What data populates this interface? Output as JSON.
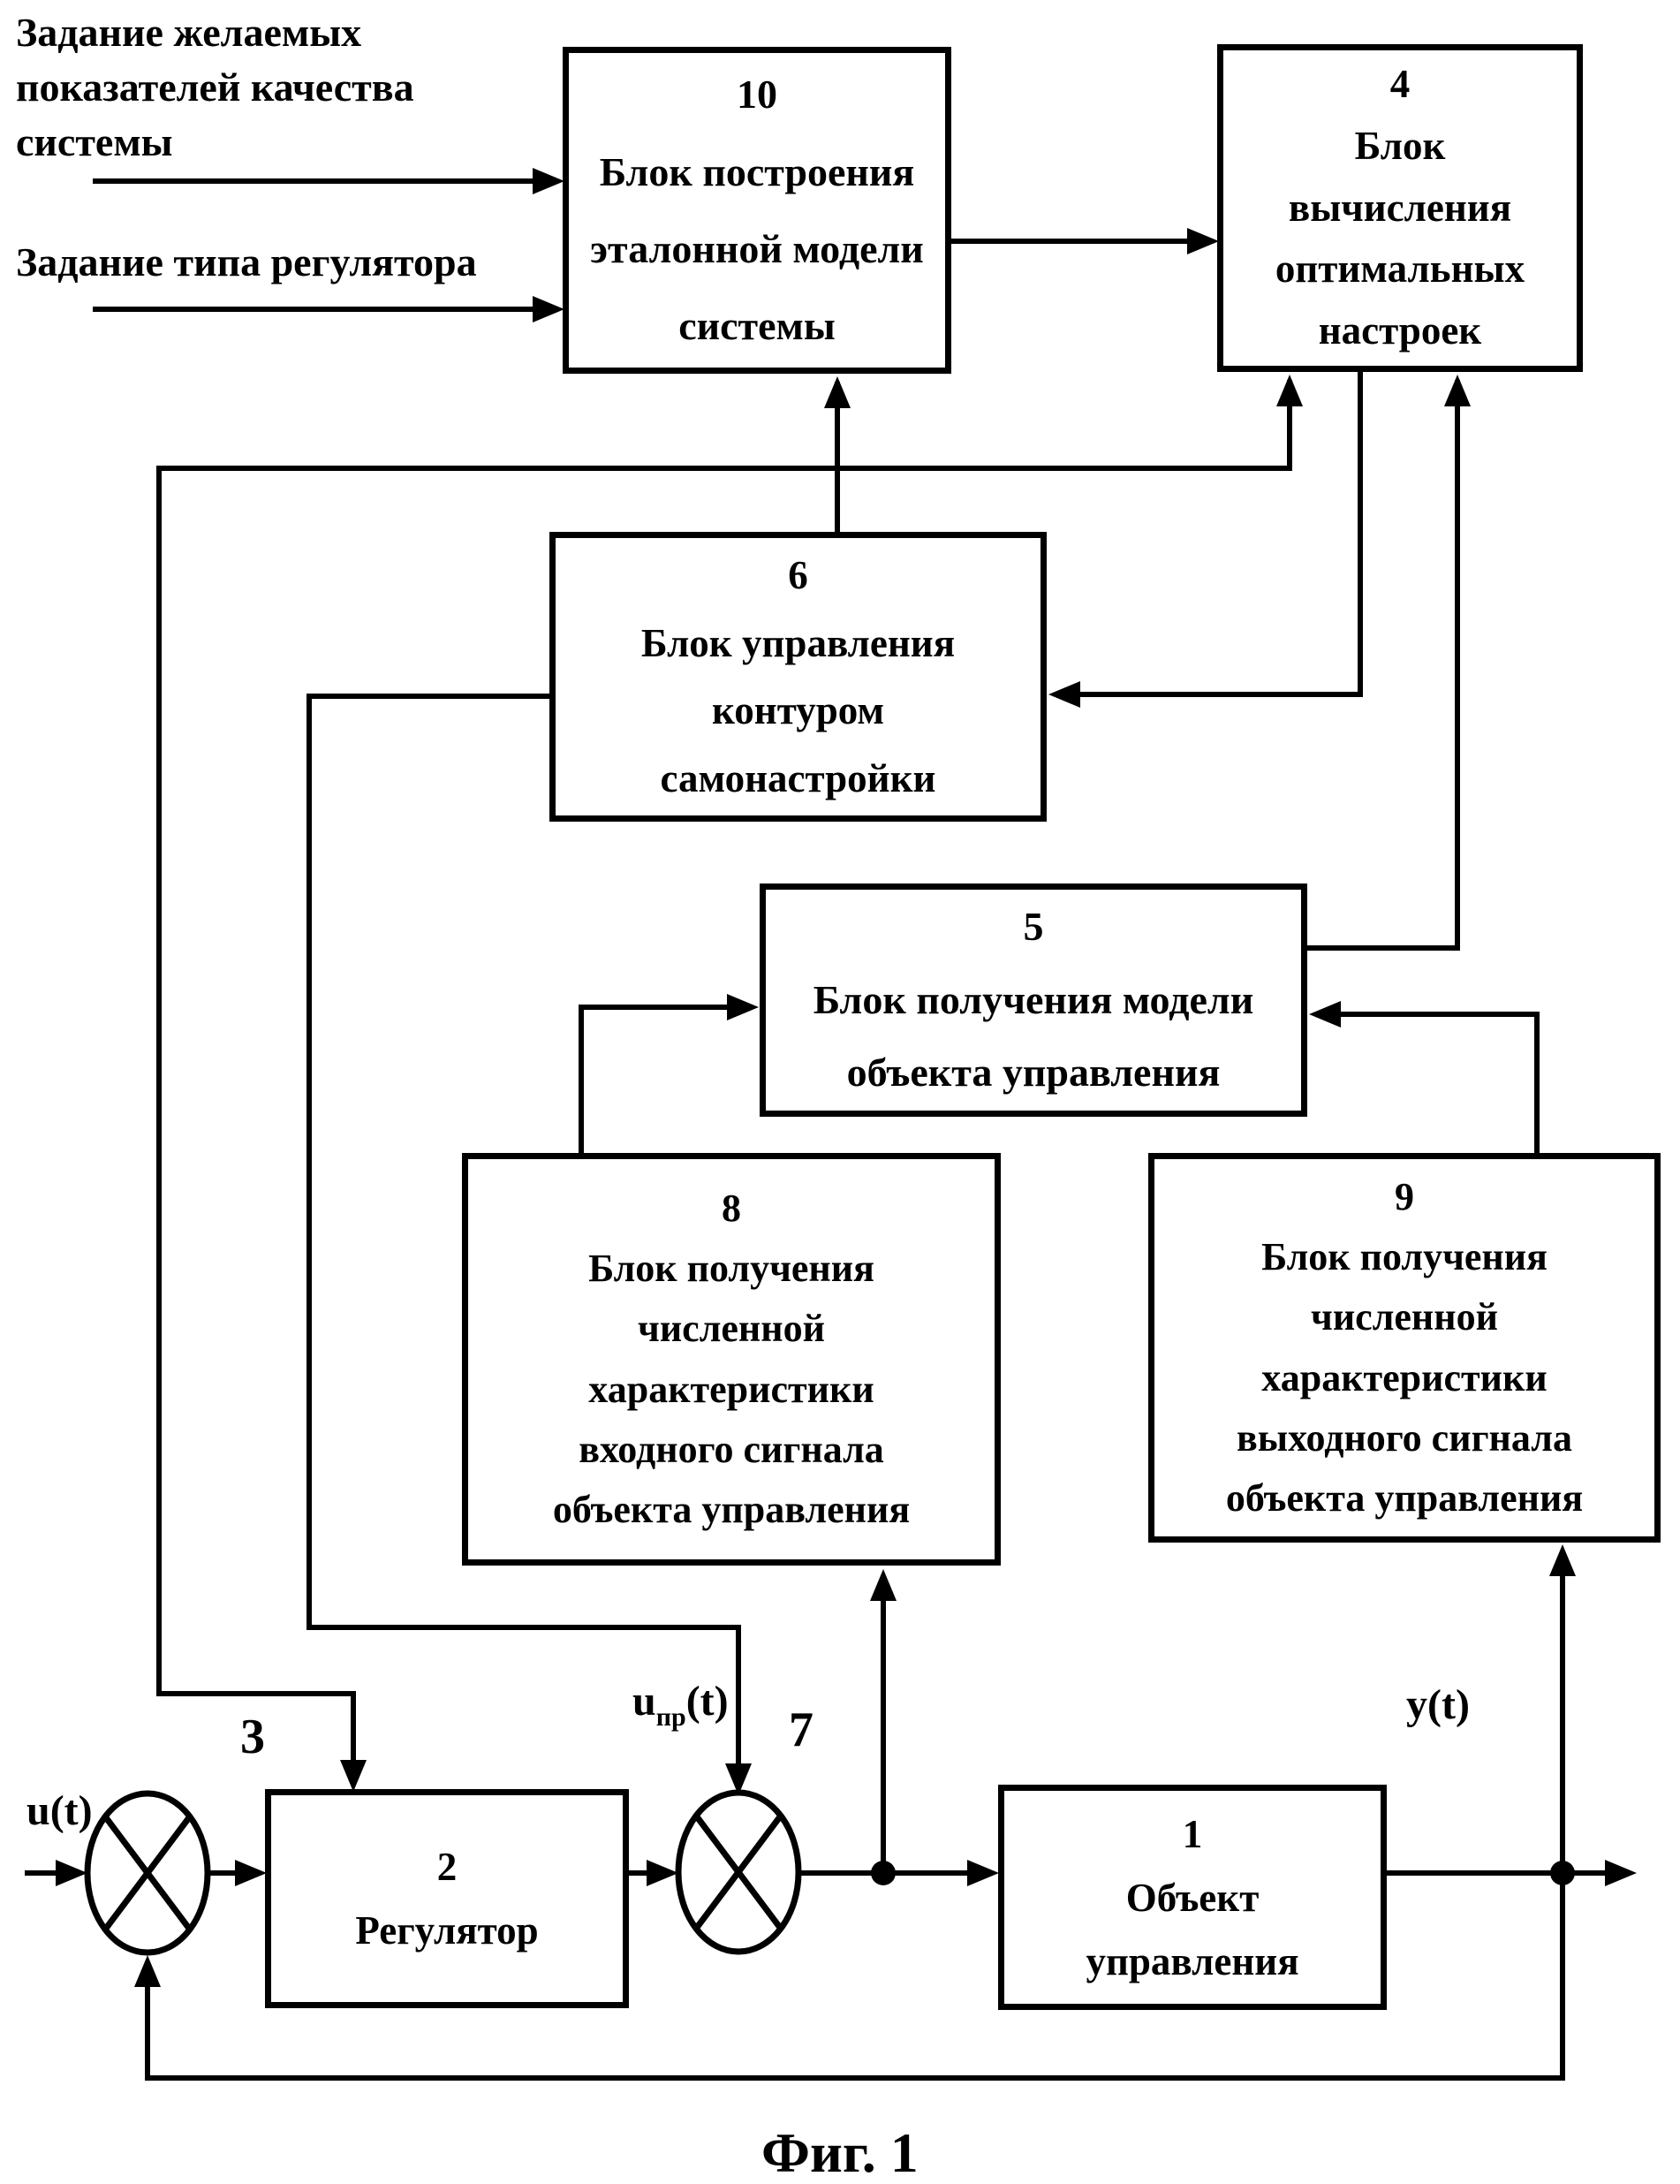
{
  "figure": {
    "caption": "Фиг. 1"
  },
  "inputs": {
    "task_quality": {
      "lines": [
        "Задание желаемых",
        "показателей качества",
        "системы"
      ]
    },
    "task_regulator": {
      "label": "Задание типа регулятора"
    }
  },
  "signals": {
    "u": "u(t)",
    "u_pr_base": "u",
    "u_pr_sub": "пр",
    "u_pr_rest": "(t)",
    "y": "y(t)"
  },
  "junctions": {
    "j3": {
      "number": "3"
    },
    "j7": {
      "number": "7"
    }
  },
  "blocks": {
    "b10": {
      "number": "10",
      "lines": [
        "Блок построения",
        "эталонной модели",
        "системы"
      ]
    },
    "b4": {
      "number": "4",
      "lines": [
        "Блок",
        "вычисления",
        "оптимальных",
        "настроек"
      ]
    },
    "b6": {
      "number": "6",
      "lines": [
        "Блок управления",
        "контуром",
        "самонастройки"
      ]
    },
    "b5": {
      "number": "5",
      "lines": [
        "Блок получения модели",
        "объекта управления"
      ]
    },
    "b8": {
      "number": "8",
      "lines": [
        "Блок получения",
        "численной",
        "характеристики",
        "входного сигнала",
        "объекта управления"
      ]
    },
    "b9": {
      "number": "9",
      "lines": [
        "Блок получения",
        "численной",
        "характеристики",
        "выходного сигнала",
        "объекта управления"
      ]
    },
    "b2": {
      "number": "2",
      "lines": [
        "Регулятор"
      ]
    },
    "b1": {
      "number": "1",
      "lines": [
        "Объект",
        "управления"
      ]
    }
  },
  "colors": {
    "ink": "#000000",
    "paper": "#ffffff"
  }
}
